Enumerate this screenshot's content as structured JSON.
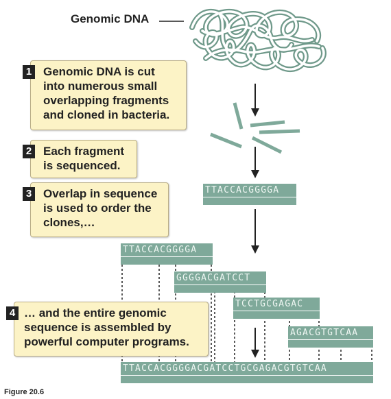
{
  "title_label": "Genomic DNA",
  "steps": [
    {
      "num": "1",
      "lines": [
        "Genomic DNA is cut",
        "into numerous small",
        "overlapping fragments",
        "and cloned in bacteria."
      ]
    },
    {
      "num": "2",
      "lines": [
        "Each fragment",
        "is sequenced."
      ]
    },
    {
      "num": "3",
      "lines": [
        "Overlap in sequence",
        "is used to order the",
        "clones,…"
      ]
    },
    {
      "num": "4",
      "lines": [
        "… and the entire genomic",
        "sequence is assembled by",
        "powerful computer programs."
      ]
    }
  ],
  "sequences": {
    "single": "TTACCACGGGGA",
    "frag1": "TTACCACGGGGA",
    "frag2": "GGGGACGATCCT",
    "frag3": "TCCTGCGAGAC",
    "frag4": "AGACGTGTCAA",
    "assembled": "TTACCACGGGGACGATCCTGCGAGACGTGTCAA"
  },
  "figure_label": "Figure 20.6",
  "colors": {
    "dna": "#7fa99a",
    "box_fill": "#fcf3c6",
    "box_border": "#b9ad86"
  }
}
